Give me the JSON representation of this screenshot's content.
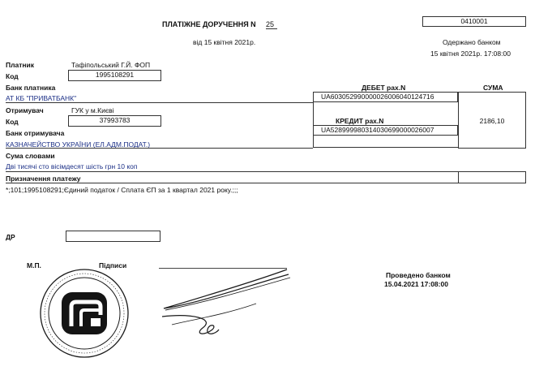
{
  "header": {
    "title": "ПЛАТІЖНЕ ДОРУЧЕННЯ N",
    "number": "25",
    "date": "від 15 квітня 2021р.",
    "form_code": "0410001",
    "received_label": "Одержано банком",
    "received_date": "15 квітня 2021р. 17:08:00"
  },
  "payer": {
    "label": "Платник",
    "name": "Тафіпольський Г.Й. ФОП",
    "code_label": "Код",
    "code": "1995108291",
    "bank_label": "Банк платника",
    "bank": "АТ КБ \"ПРИВАТБАНК\""
  },
  "debit": {
    "label": "ДЕБЕТ рах.N",
    "account": "UA603052990000026006040124716"
  },
  "amount": {
    "label": "СУМА",
    "value": "2186,10"
  },
  "recipient": {
    "label": "Отримувач",
    "name": "ГУК у м.Києві",
    "code_label": "Код",
    "code": "37993783",
    "bank_label": "Банк отримувача",
    "bank": "КАЗНАЧЕЙСТВО УКРАЇНИ (ЕЛ.АДМ.ПОДАТ.)"
  },
  "credit": {
    "label": "КРЕДИТ рах.N",
    "account": "UA528999980314030699000026007"
  },
  "amount_words": {
    "label": "Сума словами",
    "value": "Дві тисячі сто вісімдесят шість грн 10 коп"
  },
  "purpose": {
    "label": "Призначення платежу",
    "value": "*;101;1995108291;Єдиний податок / Сплата ЄП за 1 квартал 2021 року.;;;"
  },
  "dr": {
    "label": "ДР"
  },
  "signatures": {
    "mp_label": "М.П.",
    "signatures_label": "Підписи"
  },
  "processed": {
    "label": "Проведено банком",
    "datetime": "15.04.2021 17:08:00"
  },
  "colors": {
    "ink": "#111111",
    "field_text": "#1b2f86",
    "stamp": "#1a1a1a"
  },
  "icons": {
    "stamp": "bank-stamp-icon",
    "signature": "handwritten-signature"
  }
}
